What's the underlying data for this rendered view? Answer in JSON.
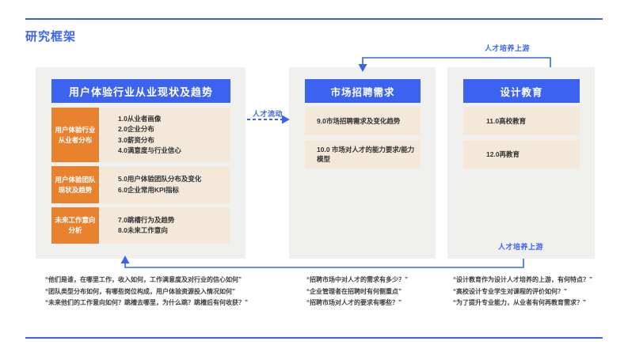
{
  "page": {
    "title": "研究框架"
  },
  "colors": {
    "accent_blue": "#3C63F0",
    "orange": "#E9822F",
    "cream_box": "#F3E8DA",
    "panel_gray": "#F0F0EF"
  },
  "flows": {
    "talent_flow": "人才流动",
    "talent_upstream_top": "人才培养上游",
    "talent_upstream_bottom": "人才培养上游"
  },
  "panels": {
    "industry": {
      "header": "用户体验行业从业现状及趋势",
      "rows": [
        {
          "label": "用户体验行业\n从业者分布",
          "items": [
            "1.0从业者画像",
            "2.0企业分布",
            "3.0薪资分布",
            "4.0满意度与行业信心"
          ]
        },
        {
          "label": "用户体验团队\n现状及趋势",
          "items": [
            "5.0用户体验团队分布及变化",
            "6.0企业常用KPI指标"
          ]
        },
        {
          "label": "未来工作意向\n分析",
          "items": [
            "7.0跳槽行为及趋势",
            "8.0未来工作意向"
          ]
        }
      ]
    },
    "market": {
      "header": "市场招聘需求",
      "items": [
        "9.0市场招聘需求及变化趋势",
        "10.0 市场对人才的能力要求/能力模型"
      ]
    },
    "education": {
      "header": "设计教育",
      "items": [
        "11.0高校教育",
        "12.0再教育"
      ]
    }
  },
  "quotes": {
    "industry": [
      "“他们是谁，在哪里工作，收入如何，工作满意度及对行业的信心如何”",
      "“团队类型分布如何，有哪些岗位构成，用户体验资源投入情况如何”",
      "“未来他们的工作意向如何？跳槽去哪里，为什么跳？跳槽后有何收获？”"
    ],
    "market": [
      "“招聘市场中对人才的需求有多少？”",
      "“企业管理者在招聘时有何侧重点”",
      "“招聘市场对人才的要求有哪些？”"
    ],
    "education": [
      "“设计教育作为设计人才培养的上游，有何特点？”",
      "“高校设计专业学生对课程的评价如何？”",
      "“为了提升专业能力，从业者有何再教育需求？”"
    ]
  }
}
